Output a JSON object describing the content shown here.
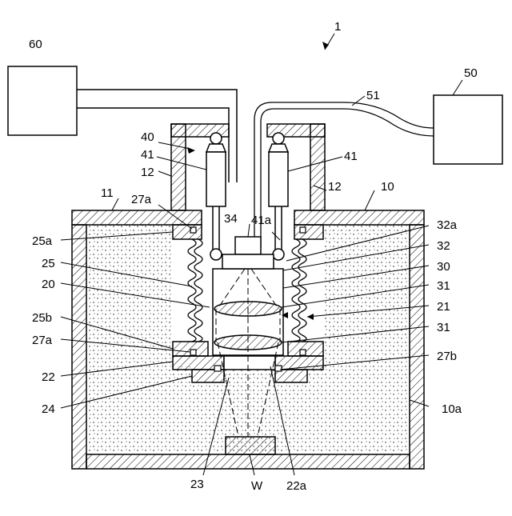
{
  "figure": {
    "labels": {
      "l1": "1",
      "l60": "60",
      "l50": "50",
      "l51": "51",
      "l40": "40",
      "l41_left": "41",
      "l41_right": "41",
      "l12_left": "12",
      "l12_right": "12",
      "l11": "11",
      "l10": "10",
      "l27a_top": "27a",
      "l34": "34",
      "l41a": "41a",
      "l32a": "32a",
      "l32": "32",
      "l30": "30",
      "l31_top": "31",
      "l21": "21",
      "l31_bottom": "31",
      "l25a": "25a",
      "l25": "25",
      "l20": "20",
      "l25b": "25b",
      "l27a_bottom": "27a",
      "l22": "22",
      "l24": "24",
      "l27b": "27b",
      "l10a": "10a",
      "l23": "23",
      "lW": "W",
      "l22a": "22a"
    }
  }
}
